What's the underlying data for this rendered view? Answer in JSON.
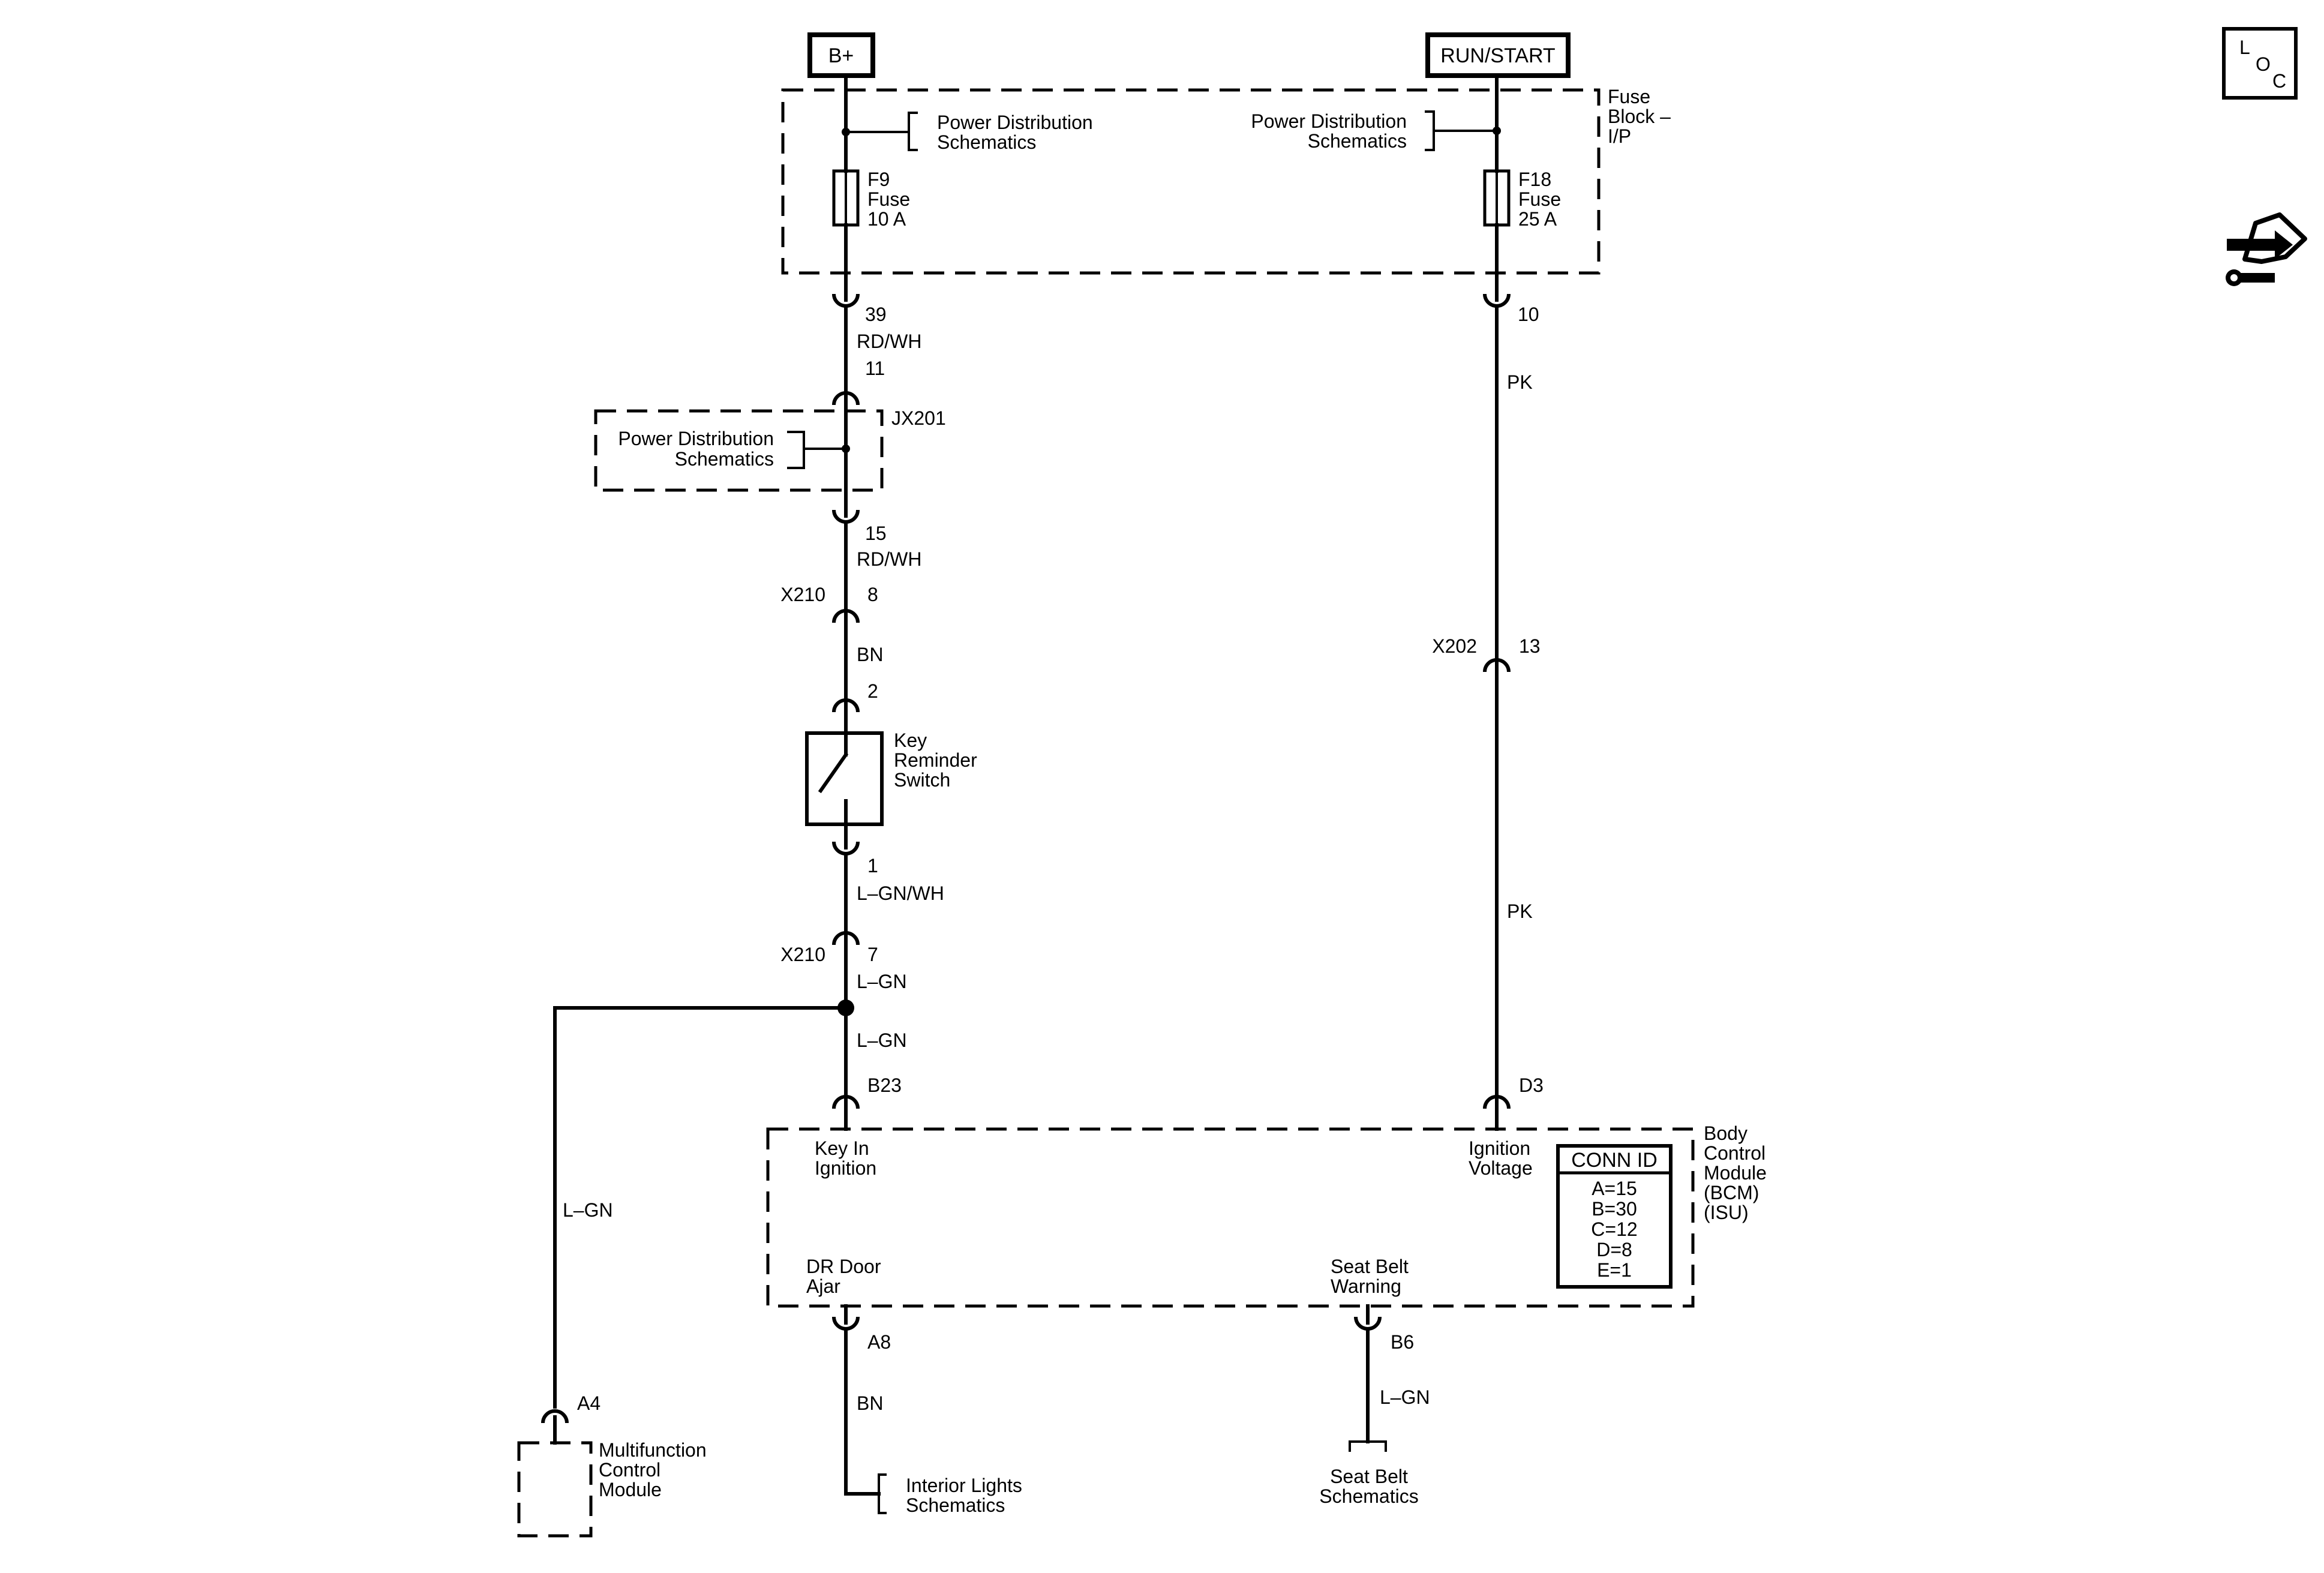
{
  "sources": {
    "b_plus": "B+",
    "run_start": "RUN/START"
  },
  "fuse_block": {
    "name_line1": "Fuse",
    "name_line2": "Block –",
    "name_line3": "I/P",
    "pd_left_line1": "Power Distribution",
    "pd_left_line2": "Schematics",
    "pd_right_line1": "Power Distribution",
    "pd_right_line2": "Schematics",
    "fuse_left": {
      "line1": "F9",
      "line2": "Fuse",
      "line3": "10 A"
    },
    "fuse_right": {
      "line1": "F18",
      "line2": "Fuse",
      "line3": "25 A"
    }
  },
  "left_circuit": {
    "pin_39": "39",
    "wire_rdwh_1": "RD/WH",
    "pin_11": "11",
    "splice": "JX201",
    "pd_line1": "Power Distribution",
    "pd_line2": "Schematics",
    "pin_15": "15",
    "wire_rdwh_2": "RD/WH",
    "conn_x210_a": "X210",
    "pin_8": "8",
    "wire_bn": "BN",
    "pin_2": "2",
    "switch_line1": "Key",
    "switch_line2": "Reminder",
    "switch_line3": "Switch",
    "pin_1": "1",
    "wire_lgnwh": "L–GN/WH",
    "conn_x210_b": "X210",
    "pin_7": "7",
    "wire_lgn_1": "L–GN",
    "wire_lgn_2": "L–GN",
    "pin_b23": "B23",
    "wire_lgn_branch": "L–GN",
    "pin_a4": "A4",
    "mcm_line1": "Multifunction",
    "mcm_line2": "Control",
    "mcm_line3": "Module"
  },
  "right_circuit": {
    "pin_10": "10",
    "wire_pk_1": "PK",
    "conn_x202": "X202",
    "pin_13": "13",
    "wire_pk_2": "PK",
    "pin_d3": "D3"
  },
  "bcm": {
    "name_line1": "Body",
    "name_line2": "Control",
    "name_line3": "Module",
    "name_line4": "(BCM)",
    "name_line5": "(ISU)",
    "key_in_line1": "Key In",
    "key_in_line2": "Ignition",
    "ign_line1": "Ignition",
    "ign_line2": "Voltage",
    "dr_line1": "DR Door",
    "dr_line2": "Ajar",
    "sb_line1": "Seat Belt",
    "sb_line2": "Warning",
    "conn_id_title": "CONN ID",
    "conn_ids": [
      "A=15",
      "B=30",
      "C=12",
      "D=8",
      "E=1"
    ]
  },
  "bottom": {
    "pin_a8": "A8",
    "wire_bn": "BN",
    "il_line1": "Interior Lights",
    "il_line2": "Schematics",
    "pin_b6": "B6",
    "wire_lgn": "L–GN",
    "sb_line1": "Seat Belt",
    "sb_line2": "Schematics"
  },
  "icons": {
    "loc": "loc-icon",
    "service": "service-hand-icon"
  },
  "loc_letters": [
    "L",
    "O",
    "C"
  ]
}
